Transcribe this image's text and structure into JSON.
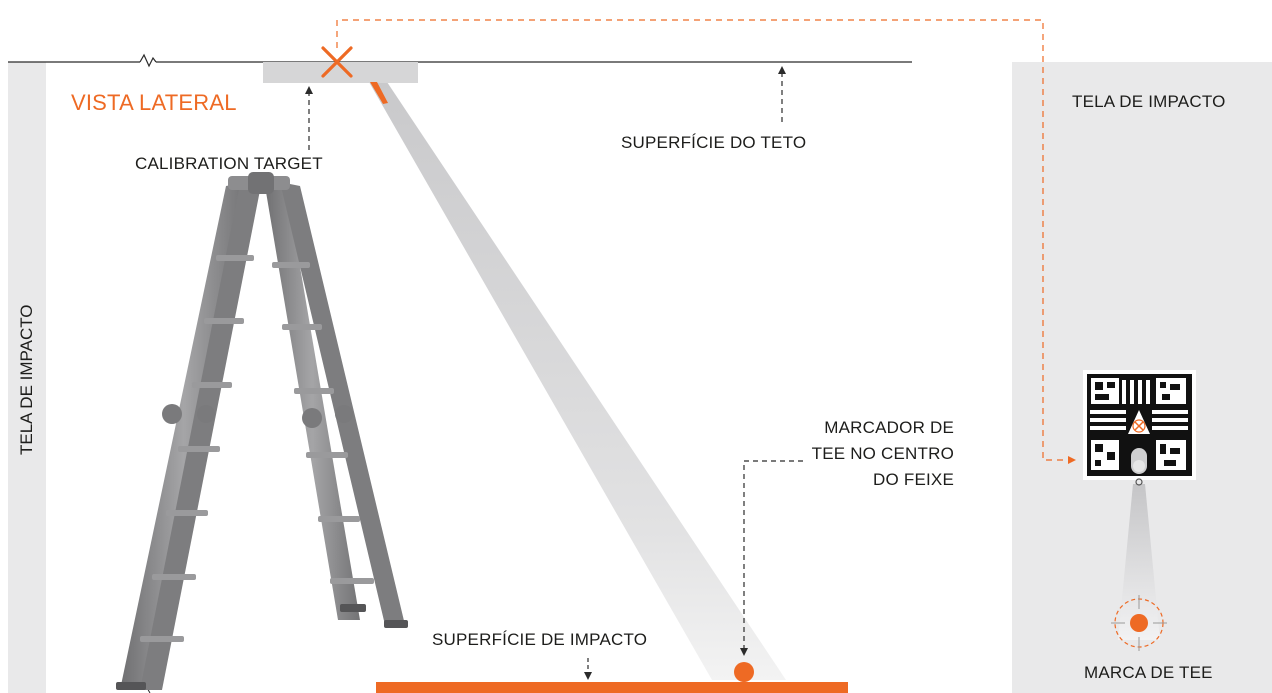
{
  "labels": {
    "side_view": "VISTA LATERAL",
    "calibration_target": "CALIBRATION TARGET",
    "ceiling_surface": "SUPERFÍCIE DO TETO",
    "impact_screen_left": "TELA DE IMPACTO",
    "impact_screen_right": "TELA DE IMPACTO",
    "tee_marker_line1": "MARCADOR DE",
    "tee_marker_line2": "TEE NO CENTRO",
    "tee_marker_line3": "DO FEIXE",
    "impact_surface": "SUPERFÍCIE DE IMPACTO",
    "tee_mark": "MARCA DE TEE"
  },
  "colors": {
    "accent": "#ee6a24",
    "panel": "#e9e9ea",
    "ladder": "#8a8a8a",
    "text": "#1d1d1b"
  }
}
